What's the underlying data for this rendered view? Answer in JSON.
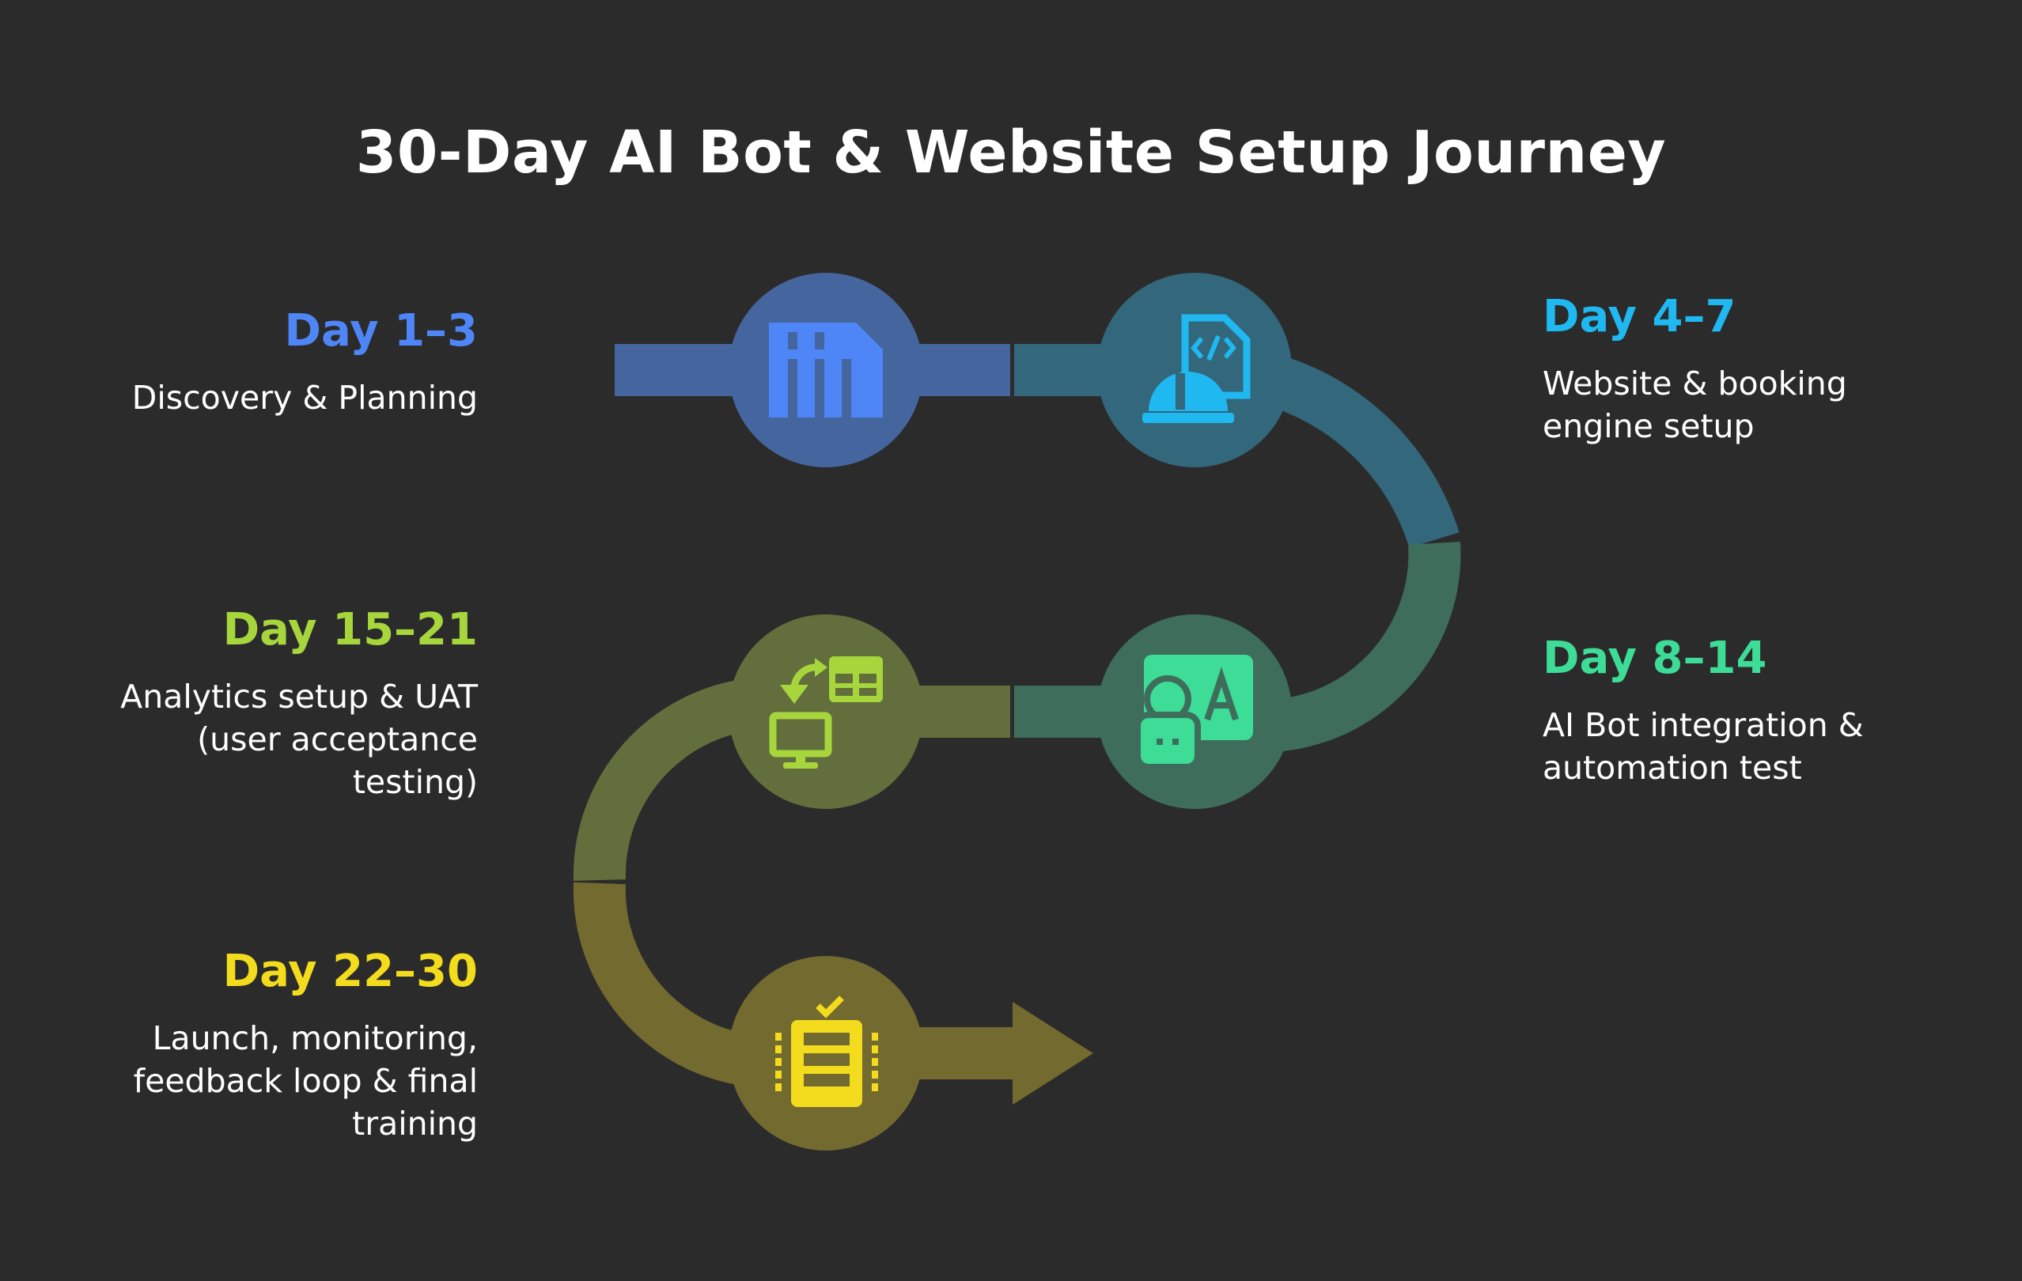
{
  "title": "30-Day AI Bot & Website Setup Journey",
  "steps": [
    {
      "day": "Day 1–3",
      "desc_lines": [
        "Discovery & Planning"
      ],
      "color": "#4f86f7",
      "path_color": "#44659e",
      "icon": "building-icon"
    },
    {
      "day": "Day 4–7",
      "desc_lines": [
        "Website & booking",
        "engine setup"
      ],
      "color": "#1fb8f0",
      "path_color": "#33677c",
      "icon": "developer-code-icon"
    },
    {
      "day": "Day 8–14",
      "desc_lines": [
        "AI Bot integration &",
        "automation test"
      ],
      "color": "#3ddc97",
      "path_color": "#3e6e5b",
      "icon": "bot-translation-icon"
    },
    {
      "day": "Day 15–21",
      "desc_lines": [
        "Analytics setup & UAT",
        "(user acceptance",
        "testing)"
      ],
      "color": "#a6d63c",
      "path_color": "#626e3c",
      "icon": "analytics-transfer-icon"
    },
    {
      "day": "Day 22–30",
      "desc_lines": [
        "Launch, monitoring,",
        "feedback loop & final",
        "training"
      ],
      "color": "#f2dc1d",
      "path_color": "#736a2f",
      "icon": "launch-checklist-icon"
    }
  ]
}
